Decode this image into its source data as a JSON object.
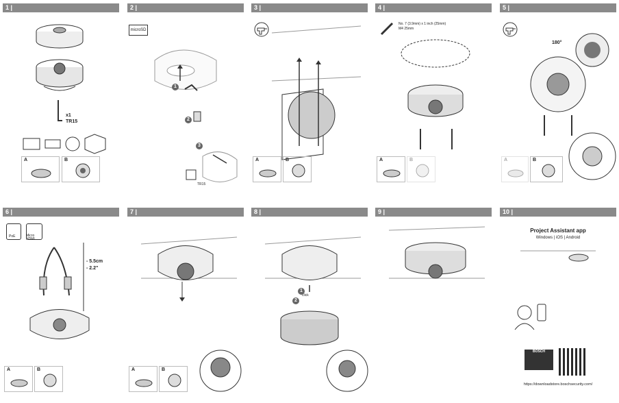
{
  "steps": [
    {
      "num": "1 |"
    },
    {
      "num": "2 |"
    },
    {
      "num": "3 |"
    },
    {
      "num": "4 |"
    },
    {
      "num": "5 |"
    },
    {
      "num": "6 |"
    },
    {
      "num": "7 |"
    },
    {
      "num": "8 |"
    },
    {
      "num": "9 |"
    },
    {
      "num": "10 |"
    }
  ],
  "step1": {
    "qty": "x1",
    "tool": "TR15"
  },
  "step2": {
    "callout1": "1",
    "callout2": "2",
    "callout3": "3",
    "card": "microSD",
    "torx": "TR15"
  },
  "step4": {
    "screw_spec_line1": "No. 7 (3.9mm) x 1 inch (25mm)",
    "screw_spec_line2": "M4 25mm"
  },
  "step5": {
    "rotation": "180°"
  },
  "step6": {
    "port1": "PoE",
    "port2": "Micro HDMI",
    "dim1": "- 5.5cm",
    "dim2": "- 2.2\""
  },
  "step8": {
    "callout1": "1",
    "callout2": "2",
    "click": "click"
  },
  "step10": {
    "title": "Project Assistant app",
    "platforms": "Windows | iOS | Android",
    "brand": "BOSCH",
    "url": "https://downloadstore.boschsecurity.com/"
  },
  "variants": {
    "a": "A",
    "b": "B"
  },
  "colors": {
    "header": "#8a8a8a",
    "line": "#333333",
    "gray_fill": "#d9d9d9",
    "dark_fill": "#555555"
  }
}
